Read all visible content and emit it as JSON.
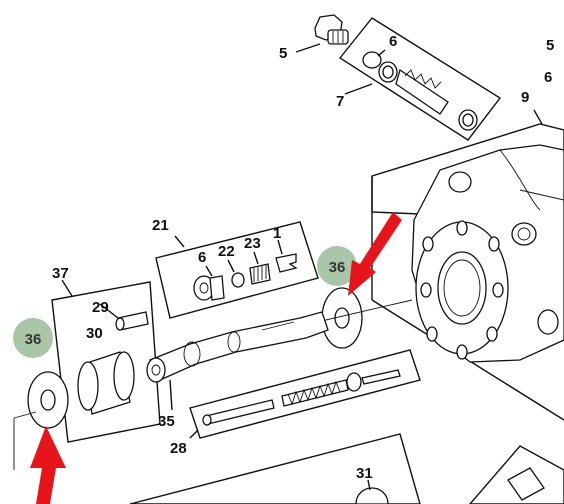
{
  "diagram": {
    "labels": {
      "l5_top": "5",
      "l6_top": "6",
      "l7": "7",
      "l9": "9",
      "l5_right": "5",
      "l6_right": "6",
      "l21": "21",
      "l6_mid": "6",
      "l22": "22",
      "l23": "23",
      "l1": "1",
      "l37": "37",
      "l29": "29",
      "l30": "30",
      "l35": "35",
      "l28": "28",
      "l31": "31"
    },
    "callouts": {
      "c36_right": "36",
      "c36_left": "36"
    },
    "colors": {
      "callout_fill": "#a9c7a8",
      "arrow": "#e8141b",
      "line": "#111111"
    }
  }
}
